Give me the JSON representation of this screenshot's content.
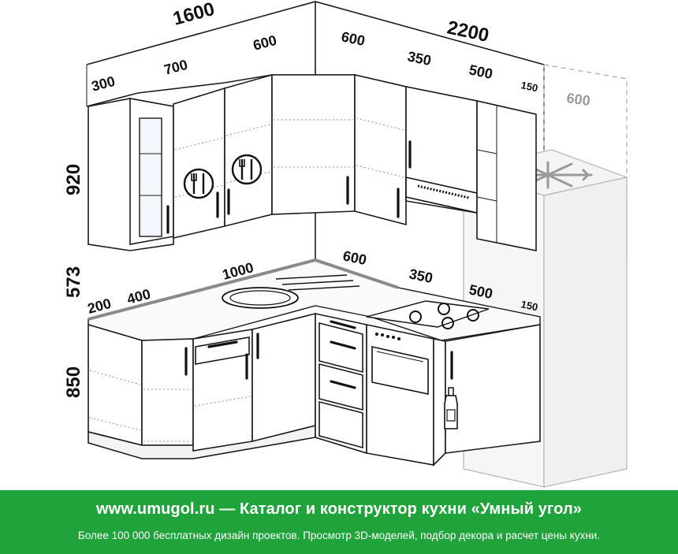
{
  "dimensions": {
    "upper_total_left": "1600",
    "upper_total_right": "2200",
    "upper_300": "300",
    "upper_700": "700",
    "upper_600_left": "600",
    "upper_600_right": "600",
    "upper_350": "350",
    "upper_500": "500",
    "upper_150": "150",
    "fridge_600": "600",
    "height_920": "920",
    "height_573": "573",
    "height_850": "850",
    "counter_200": "200",
    "counter_400": "400",
    "counter_1000": "1000",
    "counter_600": "600",
    "counter_350": "350",
    "counter_500": "500",
    "counter_150": "150"
  },
  "footer": {
    "title": "www.umugol.ru  —  Каталог и конструктор кухни «Умный угол»",
    "subtitle": "Более 100 000 бесплатных дизайн проектов. Просмотр 3D-моделей, подбор декора и расчет цены кухни.",
    "background_color": "#1fa33a"
  },
  "icons": [
    "plate-cutlery-icon",
    "snowflake-icon",
    "bottle-icon",
    "gas-burner-icon"
  ]
}
